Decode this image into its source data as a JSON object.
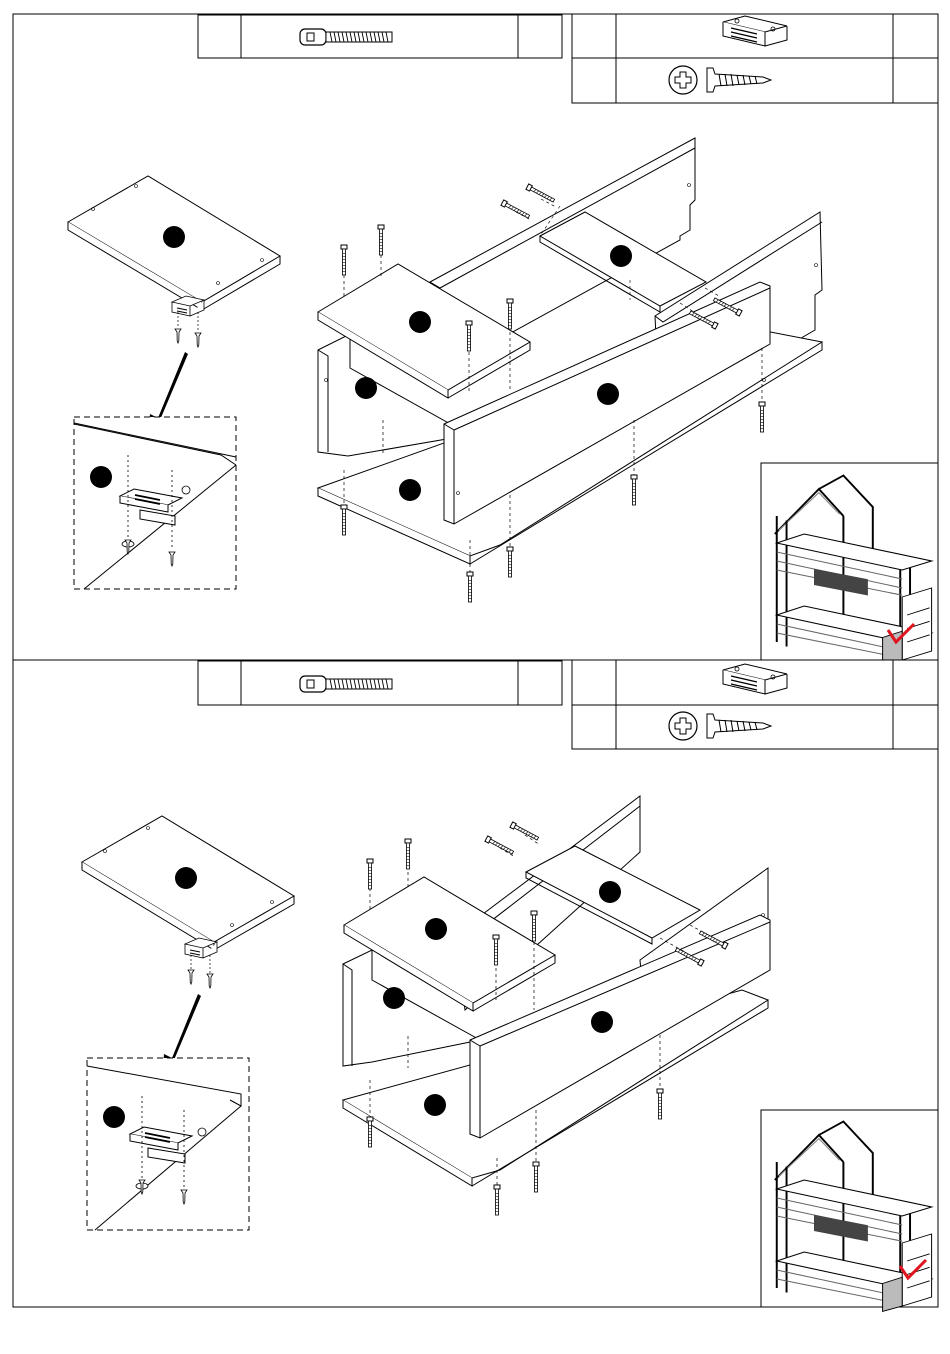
{
  "page": {
    "steps": [
      {
        "hardware_top": {
          "item": "hex-bolt",
          "qty_label": ""
        },
        "hardware_right": [
          {
            "item": "bracket",
            "qty_label": ""
          },
          {
            "item": "wood-screw",
            "qty_label": ""
          }
        ],
        "parts": [
          "",
          "",
          "",
          "",
          "",
          "",
          ""
        ],
        "inset": {
          "check": "check-mark"
        }
      },
      {
        "hardware_top": {
          "item": "hex-bolt",
          "qty_label": ""
        },
        "hardware_right": [
          {
            "item": "bracket",
            "qty_label": ""
          },
          {
            "item": "wood-screw",
            "qty_label": ""
          }
        ],
        "parts": [
          "",
          "",
          "",
          "",
          "",
          "",
          ""
        ],
        "inset": {
          "check": "check-mark"
        }
      }
    ],
    "colors": {
      "line": "#000000",
      "background": "#ffffff",
      "check": "#e0141e",
      "shade": "#555555"
    }
  }
}
